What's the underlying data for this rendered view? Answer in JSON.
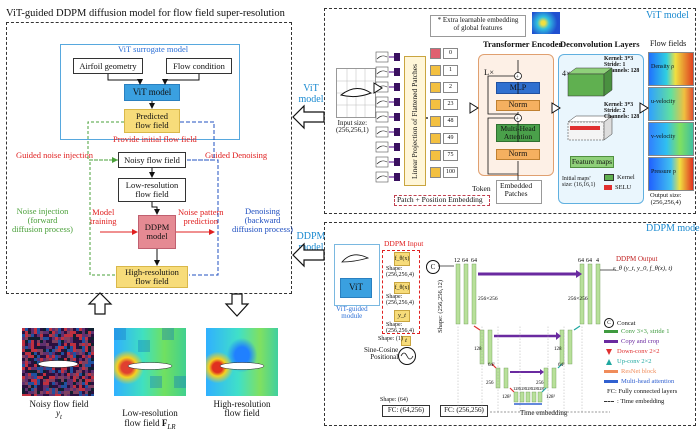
{
  "left": {
    "title": "ViT-guided DDPM diffusion model for flow field super-resolution",
    "surrogate_title": "ViT surrogate model",
    "airfoil_geometry": "Airfoil geometry",
    "flow_condition": "Flow condition",
    "vit_model": "ViT model",
    "predicted": "Predicted\nflow field",
    "provide_initial": "Provide initial flow field",
    "guided_noise": "Guided noise injection",
    "guided_denoising": "Guided Denoising",
    "noisy": "Noisy flow field",
    "lowres": "Low-resolution\nflow field",
    "noise_injection": "Noise injection\n(forward\ndiffusion process)",
    "model_training": "Model\ntraining",
    "ddpm": "DDPM\nmodel",
    "noise_pattern": "Noise pattern\nprediction",
    "denoising": "Denoising\n(backward\ndiffusion process)",
    "highres": "High-resolution\nflow field",
    "cap_noisy": "Noisy flow field",
    "cap_noisy_sym": "y",
    "cap_noisy_sub": "t",
    "cap_low": "Low-resolution\nflow field",
    "cap_low_sym": "F",
    "cap_low_sub": "LR",
    "cap_high": "High-resolution\nflow field"
  },
  "side_labels": {
    "vit": "ViT\nmodel",
    "ddpm": "DDPM\nmodel"
  },
  "vit": {
    "header": "ViT model",
    "extra": "* Extra learnable embedding\nof global features",
    "input_size": "Input size:\n(256,256,1)",
    "linear_proj": "Linear Projection of Flattened Patches",
    "tokens": [
      "0",
      "1",
      "2",
      "23",
      "48",
      "49",
      "75",
      "100"
    ],
    "token_label": "Token",
    "patch_embed": "Patch + Position Embedding",
    "encoder_title": "Transformer Encoder",
    "lx": "L×",
    "mlp": "MLP",
    "norm": "Norm",
    "mha": "Multi-Head\nAttention",
    "embedded": "Embedded\nPatches",
    "deconv_title": "Deconvolution Layers",
    "times4": "4×",
    "kernel1": "Kernel: 3*3\nStride: 1\nChannels: 128",
    "kernel2": "Kernel: 3*3\nStride: 2\nChannels: 128",
    "feature_maps": "Feature maps",
    "initial_maps": "Initial maps'\nsize: (16,16,1)",
    "legend_kernel": "Kernel",
    "legend_selu": "SELU",
    "flow_title": "Flow fields",
    "flow_items": [
      "Density ρ",
      "u-velocity",
      "v-velocity",
      "Pressure p"
    ],
    "output_size": "Output size:\n(256,256,4)"
  },
  "ddpm": {
    "header": "DDPM model",
    "input_title": "DDPM Input",
    "vit_module": "ViT",
    "vit_guided": "ViT-guided\nmodule",
    "shape1": "Shape:\n(256,256,4)",
    "shape2": "Shape:\n(256,256,4)",
    "shape3": "Shape:\n(256,256,4)",
    "shape_t": "Shape: (1)",
    "shape_64": "Shape: (64)",
    "in_f1": "f_θ(x)",
    "in_f2": "f_θ(x)",
    "in_y": "y_t",
    "in_t": "t",
    "sine": "Sine-Cosine\nPositional",
    "fc1": "FC: (64,256)",
    "fc2": "FC: (256,256)",
    "shape_vertical": "Shape: (256,256,12)",
    "ch_top": [
      "12",
      "64",
      "64"
    ],
    "ch_top_right": [
      "64",
      "64",
      "4"
    ],
    "size_left": "256×256",
    "size_right": "256×256",
    "ch_128": "128",
    "ch_256": "256",
    "ch_64_2": "64²",
    "ch_128_2": "128²",
    "out_title": "DDPM Output",
    "out_formula": "ε_θ (y_t, y_0, f_θ(x), t)",
    "time_embedding": "Time embedding",
    "legend": [
      {
        "label": "Concat",
        "kind": "concat"
      },
      {
        "label": "Conv 3×3, stride 1",
        "kind": "conv"
      },
      {
        "label": "Copy and crop",
        "kind": "copy"
      },
      {
        "label": "Down-conv 2×2",
        "kind": "down"
      },
      {
        "label": "Up-conv 2×2",
        "kind": "up"
      },
      {
        "label": "ResNet block",
        "kind": "resnet"
      },
      {
        "label": "Multi-head attention",
        "kind": "mha"
      },
      {
        "label": "FC: Fully connected layers",
        "kind": "fc"
      },
      {
        "label": ": Time embedding",
        "kind": "time"
      }
    ]
  },
  "colors": {
    "vit_blue": "#3aa0e0",
    "predicted_yellow": "#f7dc7a",
    "ddpm_pink": "#e58a93",
    "highres_yellow": "#f7dc7a",
    "green_conv": "#3f9b3f",
    "purple_copy": "#6a2aa0",
    "red_down": "#e03030",
    "teal_up": "#20a8a0",
    "resnet_orange": "#f08c5a",
    "mha_blue": "#3060d0",
    "unet_block": "#b8e09a"
  }
}
